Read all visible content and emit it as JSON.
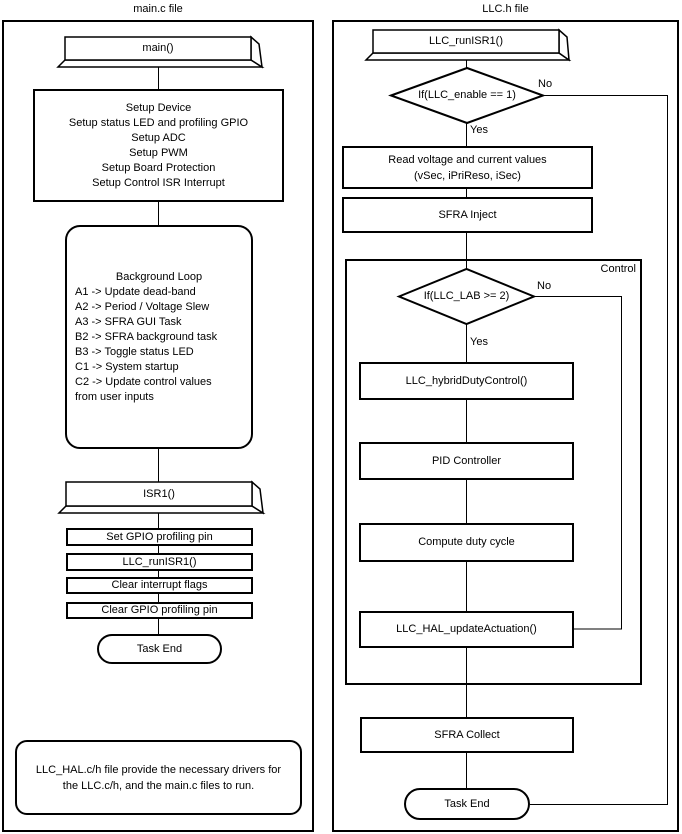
{
  "left": {
    "title": "main.c file",
    "main_label": "main()",
    "setup_lines": [
      "Setup Device",
      "Setup status LED and profiling GPIO",
      "Setup ADC",
      "Setup PWM",
      "Setup Board Protection",
      "Setup Control ISR Interrupt"
    ],
    "bg_loop_lines": [
      "Background Loop",
      "A1 -> Update dead-band",
      "A2 -> Period / Voltage Slew",
      "A3 -> SFRA GUI Task",
      "B2 -> SFRA background task",
      "B3 -> Toggle status LED",
      "C1 -> System startup",
      "C2 -> Update control values",
      "from user inputs"
    ],
    "isr1_label": "ISR1()",
    "steps": [
      "Set GPIO profiling pin",
      "LLC_runISR1()",
      "Clear interrupt flags",
      "Clear GPIO profiling pin"
    ],
    "task_end": "Task End",
    "note_lines": [
      "LLC_HAL.c/h file provide the necessary drivers for",
      "the LLC.c/h, and the main.c files to run."
    ]
  },
  "right": {
    "title": "LLC.h file",
    "entry_label": "LLC_runISR1()",
    "decision1": "If(LLC_enable == 1)",
    "decision1_no": "No",
    "decision1_yes": "Yes",
    "read_lines": [
      "Read voltage and current values",
      "(vSec, iPriReso, iSec)"
    ],
    "sfra_inject": "SFRA Inject",
    "control_label": "Control",
    "decision2": "If(LLC_LAB >= 2)",
    "decision2_no": "No",
    "decision2_yes": "Yes",
    "hybrid": "LLC_hybridDutyControl()",
    "pid": "PID Controller",
    "compute": "Compute duty cycle",
    "update": "LLC_HAL_updateActuation()",
    "sfra_collect": "SFRA Collect",
    "task_end": "Task End"
  },
  "colors": {
    "line": "#000000",
    "background": "#ffffff"
  }
}
